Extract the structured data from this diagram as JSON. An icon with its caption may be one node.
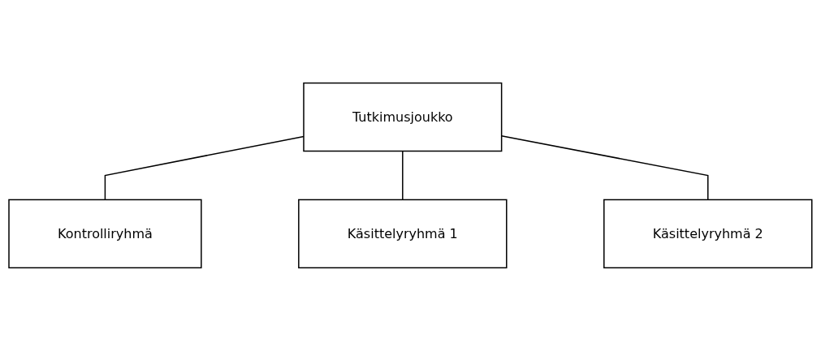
{
  "diagram": {
    "nodes": [
      {
        "text": [
          "Tutkimusjoukko"
        ]
      },
      {
        "text": [
          "Kontrolliryhmä"
        ]
      },
      {
        "text": [
          "Käsittelyryhmä 1"
        ]
      },
      {
        "text": [
          "Käsittelyryhmä 2"
        ]
      }
    ],
    "edges": [
      {
        "from": 0,
        "to": 1,
        "arrow": "none"
      },
      {
        "from": 0,
        "to": 2,
        "arrow": "none"
      },
      {
        "from": 0,
        "to": 3,
        "arrow": "none"
      }
    ]
  }
}
